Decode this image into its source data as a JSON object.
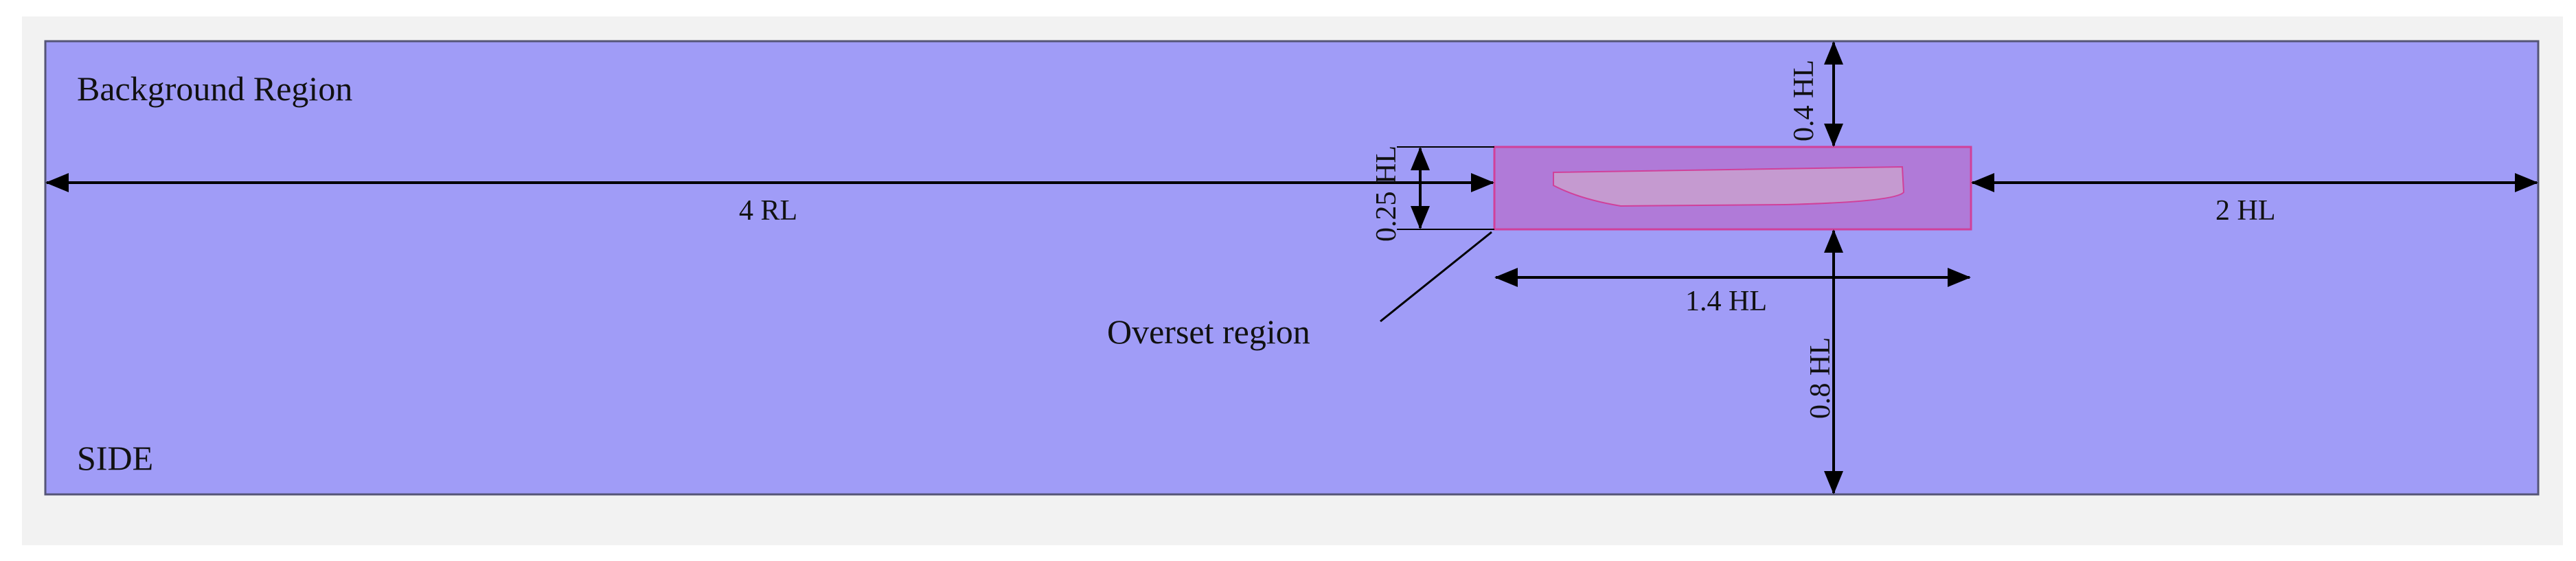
{
  "diagram": {
    "background_label": "Background Region",
    "view_label": "SIDE",
    "overset_label": "Overset region",
    "dim_upstream": "4 RL",
    "dim_downstream": "2 HL",
    "dim_overset_length": "1.4 HL",
    "dim_overset_height": "0.25 HL",
    "dim_top_clearance": "0.4 HL",
    "dim_bottom_clearance": "0.8 HL"
  },
  "colors": {
    "domain_fill": "#a09cf7",
    "domain_stroke": "#555577",
    "overset_fill": "#b07ad8",
    "overset_stroke": "#d0409a",
    "hull_fill": "#c59ad0",
    "line": "#000000"
  }
}
